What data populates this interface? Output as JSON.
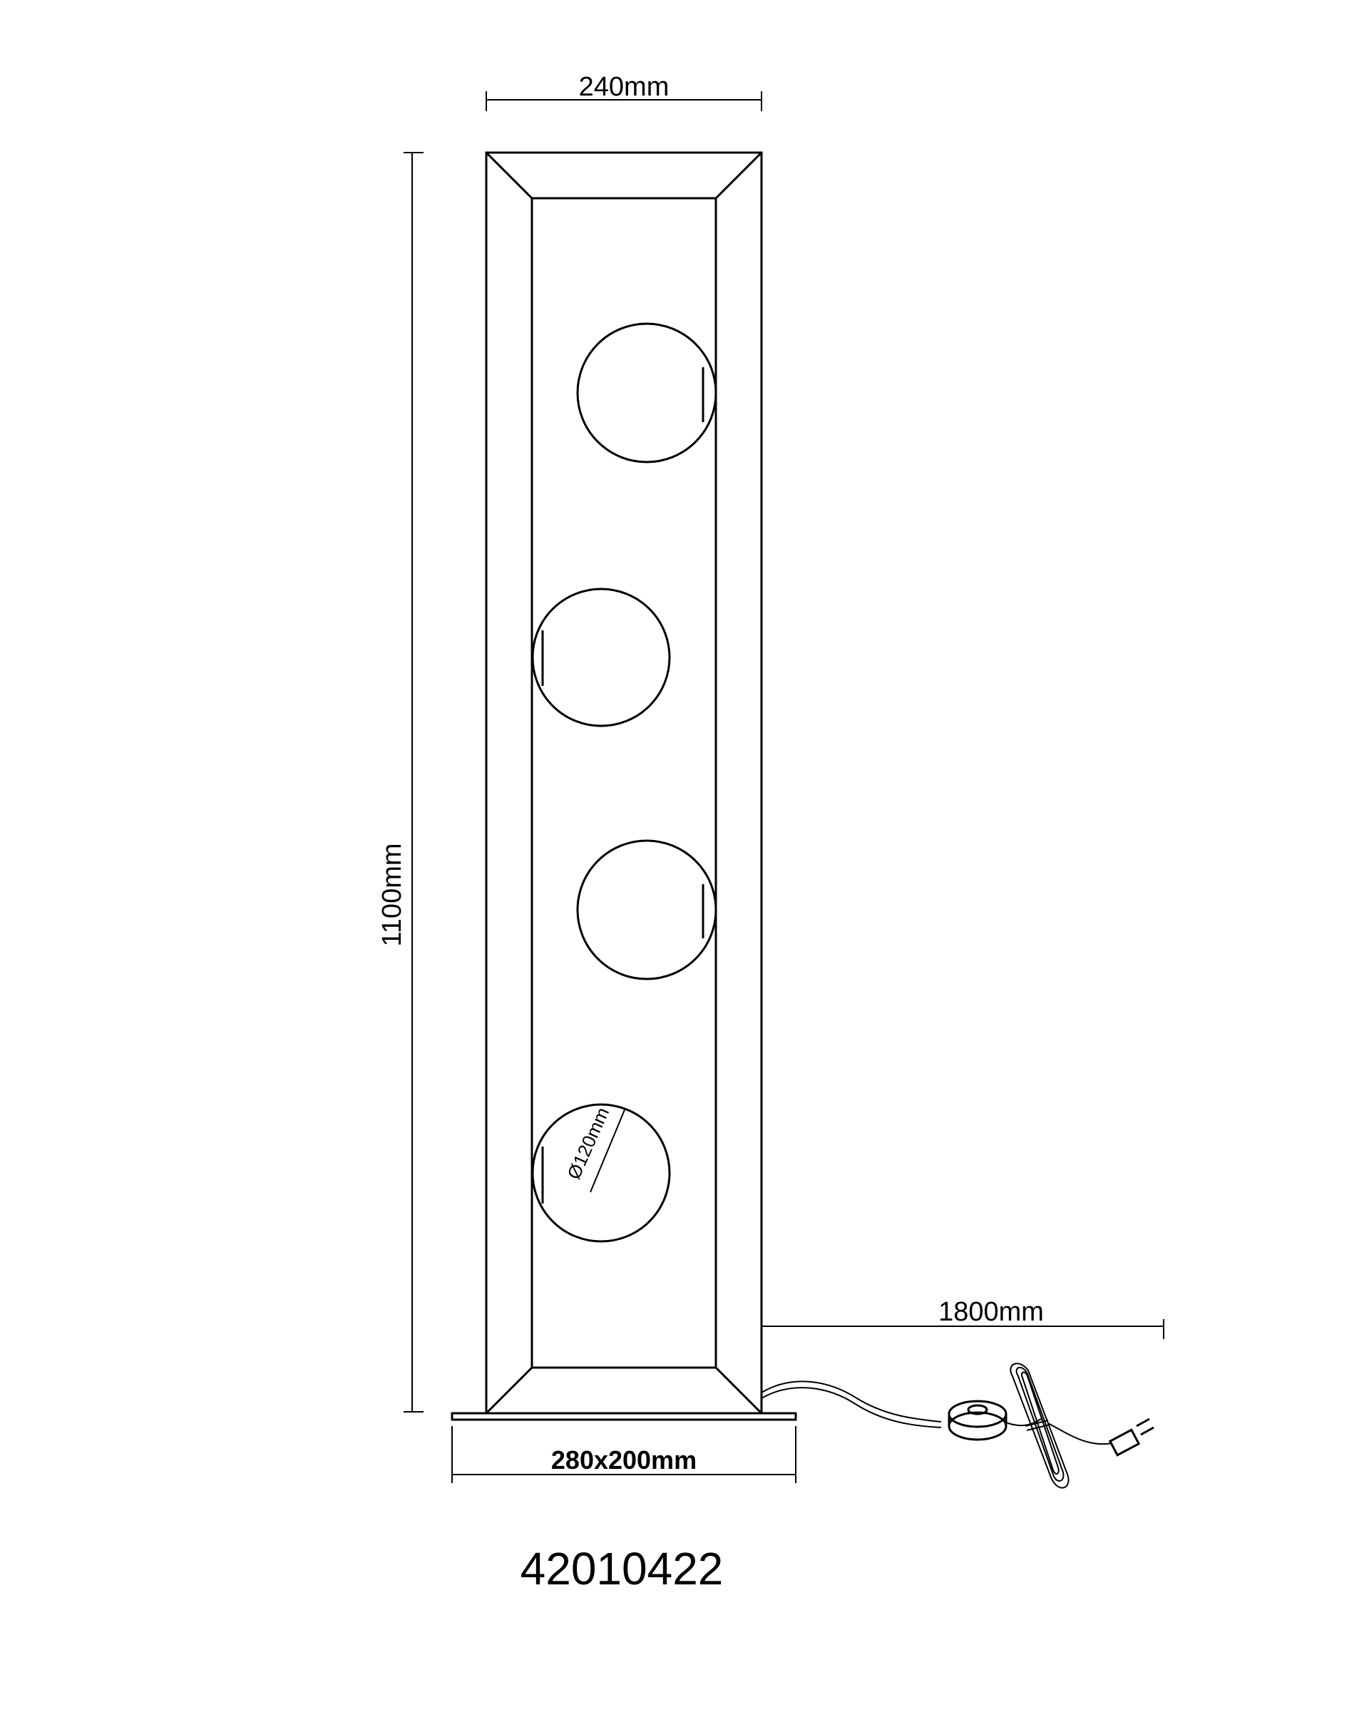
{
  "drawing": {
    "product_code": "42010422",
    "dimensions": {
      "width": "240mm",
      "height": "1100mm",
      "base": "280x200mm",
      "cable": "1800mm",
      "hole_diameter": "Ø120mm"
    },
    "holes": {
      "count": 4
    }
  }
}
